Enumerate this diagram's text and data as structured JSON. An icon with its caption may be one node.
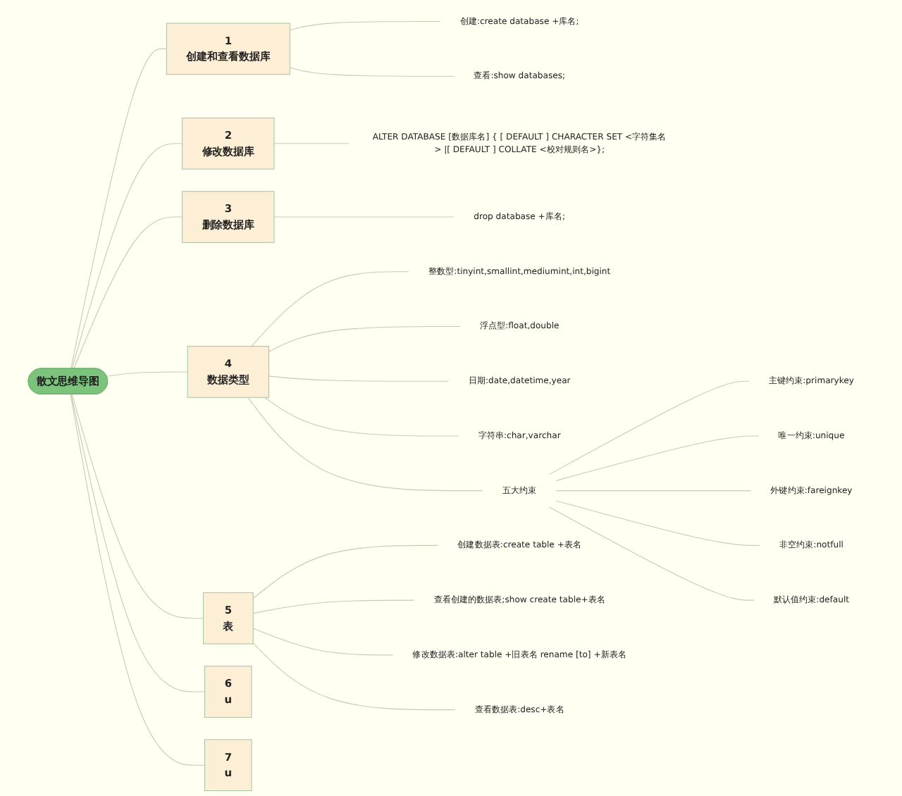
{
  "diagram": {
    "nodes": [
      {
        "text": [
          "散文思维导图"
        ]
      },
      {
        "text": [
          "1",
          "创建和查看数据库"
        ]
      },
      {
        "text": [
          "创建:create database +库名;"
        ]
      },
      {
        "text": [
          "查看:show databases;"
        ]
      },
      {
        "text": [
          "2",
          "修改数据库"
        ]
      },
      {
        "text": [
          "ALTER DATABASE [数据库名] { [ DEFAULT ] CHARACTER SET <字符集名> |[ DEFAULT ] COLLATE <校对规则名>};"
        ]
      },
      {
        "text": [
          "3",
          "删除数据库"
        ]
      },
      {
        "text": [
          "drop database +库名;"
        ]
      },
      {
        "text": [
          "4",
          "数据类型"
        ]
      },
      {
        "text": [
          "整数型:tinyint,smallint,mediumint,int,bigint"
        ]
      },
      {
        "text": [
          "浮点型:float,double"
        ]
      },
      {
        "text": [
          "日期:date,datetime,year"
        ]
      },
      {
        "text": [
          "字符串:char,varchar"
        ]
      },
      {
        "text": [
          "五大约束"
        ]
      },
      {
        "text": [
          "主键约束:primarykey"
        ]
      },
      {
        "text": [
          "唯一约束:unique"
        ]
      },
      {
        "text": [
          "外键约束:fareignkey"
        ]
      },
      {
        "text": [
          "非空约束:notfull"
        ]
      },
      {
        "text": [
          "默认值约束:default"
        ]
      },
      {
        "text": [
          "5",
          "表"
        ]
      },
      {
        "text": [
          "创建数据表:create table +表名"
        ]
      },
      {
        "text": [
          "查看创建的数据表;show create table+表名"
        ]
      },
      {
        "text": [
          "修改数据表:alter table +旧表名 rename [to] +新表名"
        ]
      },
      {
        "text": [
          "查看数据表:desc+表名"
        ]
      },
      {
        "text": [
          "6",
          "u"
        ]
      },
      {
        "text": [
          "7",
          "u"
        ]
      }
    ],
    "edges": [
      {
        "from": 0,
        "to": 1,
        "arrow": "none"
      },
      {
        "from": 1,
        "to": 2,
        "arrow": "none"
      },
      {
        "from": 1,
        "to": 3,
        "arrow": "none"
      },
      {
        "from": 0,
        "to": 4,
        "arrow": "none"
      },
      {
        "from": 4,
        "to": 5,
        "arrow": "none"
      },
      {
        "from": 0,
        "to": 6,
        "arrow": "none"
      },
      {
        "from": 6,
        "to": 7,
        "arrow": "none"
      },
      {
        "from": 0,
        "to": 8,
        "arrow": "none"
      },
      {
        "from": 8,
        "to": 9,
        "arrow": "none"
      },
      {
        "from": 8,
        "to": 10,
        "arrow": "none"
      },
      {
        "from": 8,
        "to": 11,
        "arrow": "none"
      },
      {
        "from": 8,
        "to": 12,
        "arrow": "none"
      },
      {
        "from": 8,
        "to": 13,
        "arrow": "none"
      },
      {
        "from": 13,
        "to": 14,
        "arrow": "none"
      },
      {
        "from": 13,
        "to": 15,
        "arrow": "none"
      },
      {
        "from": 13,
        "to": 16,
        "arrow": "none"
      },
      {
        "from": 13,
        "to": 17,
        "arrow": "none"
      },
      {
        "from": 13,
        "to": 18,
        "arrow": "none"
      },
      {
        "from": 0,
        "to": 19,
        "arrow": "none"
      },
      {
        "from": 19,
        "to": 20,
        "arrow": "none"
      },
      {
        "from": 19,
        "to": 21,
        "arrow": "none"
      },
      {
        "from": 19,
        "to": 22,
        "arrow": "none"
      },
      {
        "from": 19,
        "to": 23,
        "arrow": "none"
      },
      {
        "from": 0,
        "to": 24,
        "arrow": "none"
      },
      {
        "from": 0,
        "to": 25,
        "arrow": "none"
      }
    ]
  }
}
